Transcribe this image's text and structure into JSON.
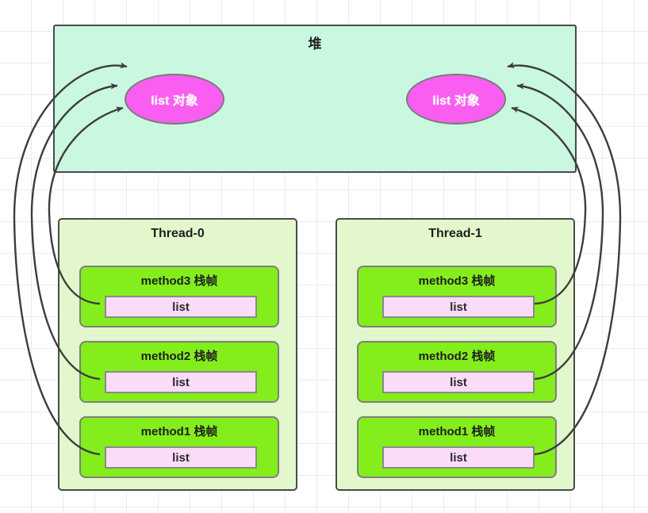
{
  "diagram": {
    "title": "JVM heap and thread stacks reference diagram",
    "colors": {
      "heap_fill": "#c9f7e0",
      "thread_fill": "#e2f7cb",
      "frame_fill": "#84ee1d",
      "var_fill": "#fadcf9",
      "object_fill": "#f95ef0",
      "border": "#4a4a4a",
      "grid": "#ececec"
    }
  },
  "heap": {
    "label": "堆",
    "objects": [
      {
        "id": "obj-left",
        "label": "list 对象"
      },
      {
        "id": "obj-right",
        "label": "list 对象"
      }
    ]
  },
  "threads": [
    {
      "id": "thread-0",
      "title": "Thread-0",
      "frames": [
        {
          "title": "method3 栈帧",
          "variable": "list"
        },
        {
          "title": "method2 栈帧",
          "variable": "list"
        },
        {
          "title": "method1 栈帧",
          "variable": "list"
        }
      ]
    },
    {
      "id": "thread-1",
      "title": "Thread-1",
      "frames": [
        {
          "title": "method3 栈帧",
          "variable": "list"
        },
        {
          "title": "method2 栈帧",
          "variable": "list"
        },
        {
          "title": "method1 栈帧",
          "variable": "list"
        }
      ]
    }
  ],
  "references": [
    {
      "from": "thread-0.method3.list",
      "to": "obj-left"
    },
    {
      "from": "thread-0.method2.list",
      "to": "obj-left"
    },
    {
      "from": "thread-0.method1.list",
      "to": "obj-left"
    },
    {
      "from": "thread-1.method3.list",
      "to": "obj-right"
    },
    {
      "from": "thread-1.method2.list",
      "to": "obj-right"
    },
    {
      "from": "thread-1.method1.list",
      "to": "obj-right"
    }
  ]
}
